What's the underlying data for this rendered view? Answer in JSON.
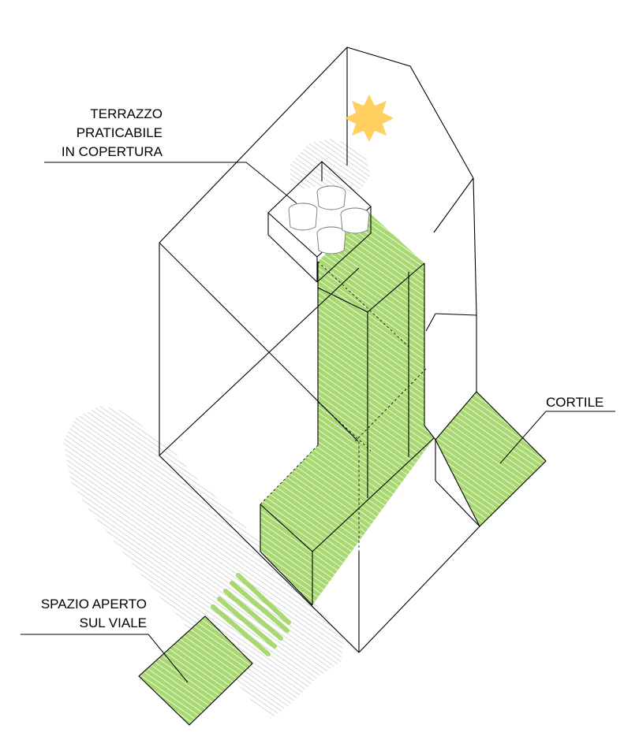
{
  "labels": {
    "terrace_line1": "TERRAZZO",
    "terrace_line2": "PRATICABILE",
    "terrace_line3": "IN COPERTURA",
    "courtyard": "CORTILE",
    "open_space_line1": "SPAZIO APERTO",
    "open_space_line2": "SUL VIALE"
  },
  "colors": {
    "green_fill": "#a8d870",
    "green_stripe": "#ffffff",
    "sun": "#ffd060",
    "line": "#000000",
    "tree_hatch": "#c8c8c8"
  },
  "icons": {
    "sun": "sun-icon"
  }
}
